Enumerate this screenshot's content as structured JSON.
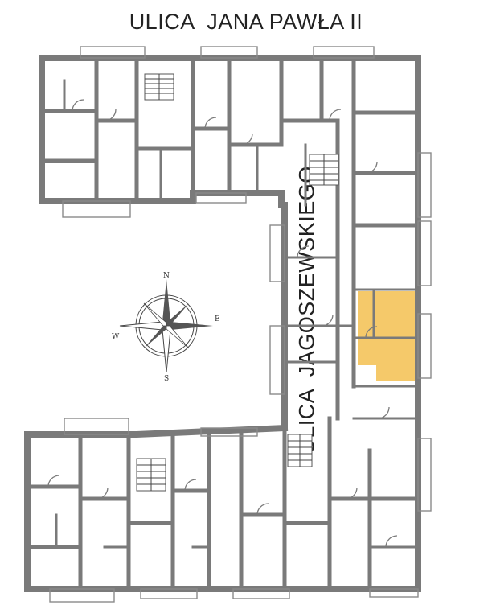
{
  "streets": {
    "top": "ULICA  JANA PAWŁA II",
    "right": "ULICA  JAGOSZEWSKIEGO"
  },
  "compass": {
    "n": "N",
    "e": "E",
    "s": "S",
    "w": "W"
  },
  "highlight": {
    "color": "#f5c96a",
    "description_shown": false
  },
  "colors": {
    "walls": "#7a7a7a",
    "background": "#ffffff"
  }
}
